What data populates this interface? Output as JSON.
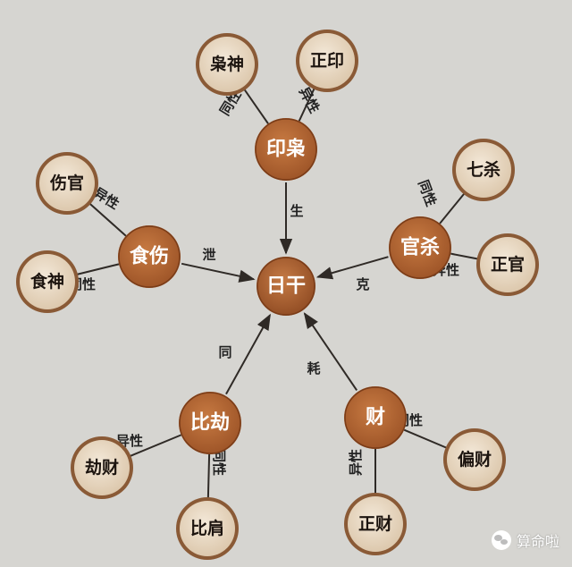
{
  "colors": {
    "background": "#d6d5d1",
    "center_fill": "#a85c2f",
    "group_fill": "#b0632e",
    "leaf_fill": "#e8d9c4",
    "leaf_ring": "#8a5a36",
    "text_light": "#ffffff",
    "text_dark": "#1c140f",
    "line": "#2f2a26"
  },
  "center": {
    "id": "rigan",
    "label": "日干"
  },
  "groups": [
    {
      "id": "yinxiao",
      "label": "印枭",
      "relation": "生",
      "direction": "to-center"
    },
    {
      "id": "guansha",
      "label": "官杀",
      "relation": "克",
      "direction": "to-center"
    },
    {
      "id": "cai",
      "label": "财",
      "relation": "耗",
      "direction": "from-center"
    },
    {
      "id": "bijie",
      "label": "比劫",
      "relation": "同",
      "direction": "to-center"
    },
    {
      "id": "shishang",
      "label": "食伤",
      "relation": "泄",
      "direction": "from-center"
    }
  ],
  "leaves": [
    {
      "id": "xiaoshen",
      "label": "枭神",
      "parent": "yinxiao",
      "relation": "同性"
    },
    {
      "id": "zhengyin",
      "label": "正印",
      "parent": "yinxiao",
      "relation": "异性"
    },
    {
      "id": "qisha",
      "label": "七杀",
      "parent": "guansha",
      "relation": "同性"
    },
    {
      "id": "zhengguan",
      "label": "正官",
      "parent": "guansha",
      "relation": "异性"
    },
    {
      "id": "piancai",
      "label": "偏财",
      "parent": "cai",
      "relation": "同性"
    },
    {
      "id": "zhengcai",
      "label": "正财",
      "parent": "cai",
      "relation": "异性"
    },
    {
      "id": "jiecai",
      "label": "劫财",
      "parent": "bijie",
      "relation": "异性"
    },
    {
      "id": "bijian",
      "label": "比肩",
      "parent": "bijie",
      "relation": "同性"
    },
    {
      "id": "shangguan",
      "label": "伤官",
      "parent": "shishang",
      "relation": "异性"
    },
    {
      "id": "shishen",
      "label": "食神",
      "parent": "shishang",
      "relation": "同性"
    }
  ],
  "watermark": {
    "icon": "wechat-icon",
    "text": "算命啦"
  }
}
